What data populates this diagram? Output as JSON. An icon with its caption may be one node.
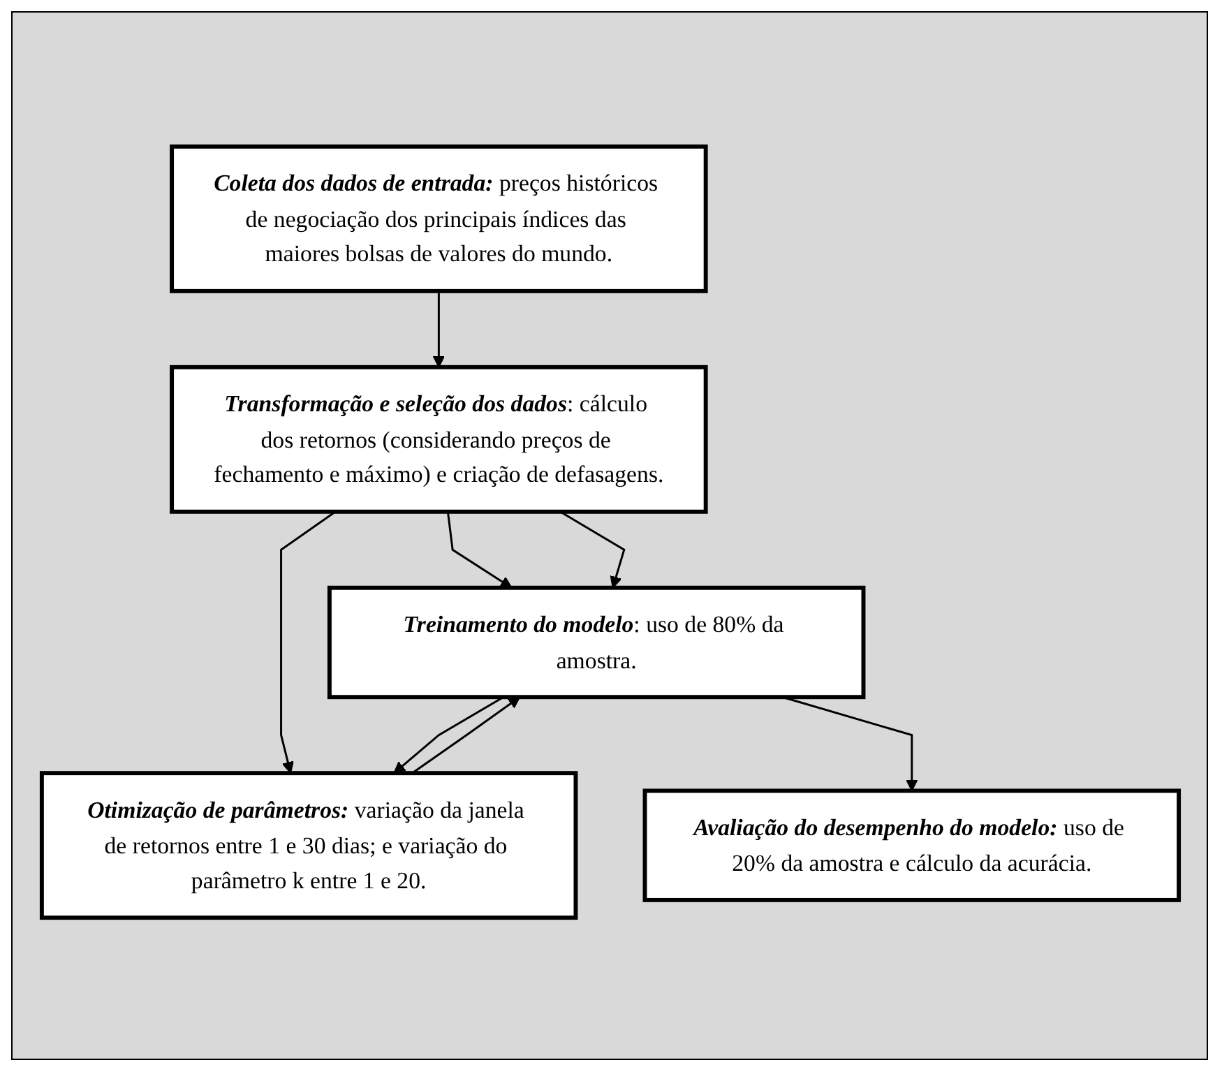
{
  "diagram": {
    "nodes": [
      {
        "text": [
          "**Coleta dos dados de entrada:** preços históricos de negociação dos principais índices das maiores bolsas de valores do mundo."
        ]
      },
      {
        "text": [
          "**Transformação e seleção dos dados**: cálculo dos retornos (considerando preços de fechamento e máximo) e criação de defasagens."
        ]
      },
      {
        "text": [
          "**Treinamento do modelo**: uso de 80% da amostra."
        ]
      },
      {
        "text": [
          "**Otimização de parâmetros:** variação da janela de retornos entre 1 e 30 dias; e variação do parâmetro k entre 1 e 20."
        ]
      },
      {
        "text": [
          "**Avaliação do desempenho do modelo:** uso de 20% da amostra e cálculo da acurácia."
        ]
      }
    ],
    "edges": [
      {
        "from": 0,
        "to": 1,
        "arrow": "to"
      },
      {
        "from": 1,
        "to": 2,
        "arrow": "to"
      },
      {
        "from": 1,
        "to": 2,
        "arrow": "to"
      },
      {
        "from": 1,
        "to": 3,
        "arrow": "to"
      },
      {
        "from": 3,
        "to": 2,
        "arrow": "to"
      },
      {
        "from": 2,
        "to": 3,
        "arrow": "to"
      },
      {
        "from": 2,
        "to": 4,
        "arrow": "to"
      }
    ]
  }
}
